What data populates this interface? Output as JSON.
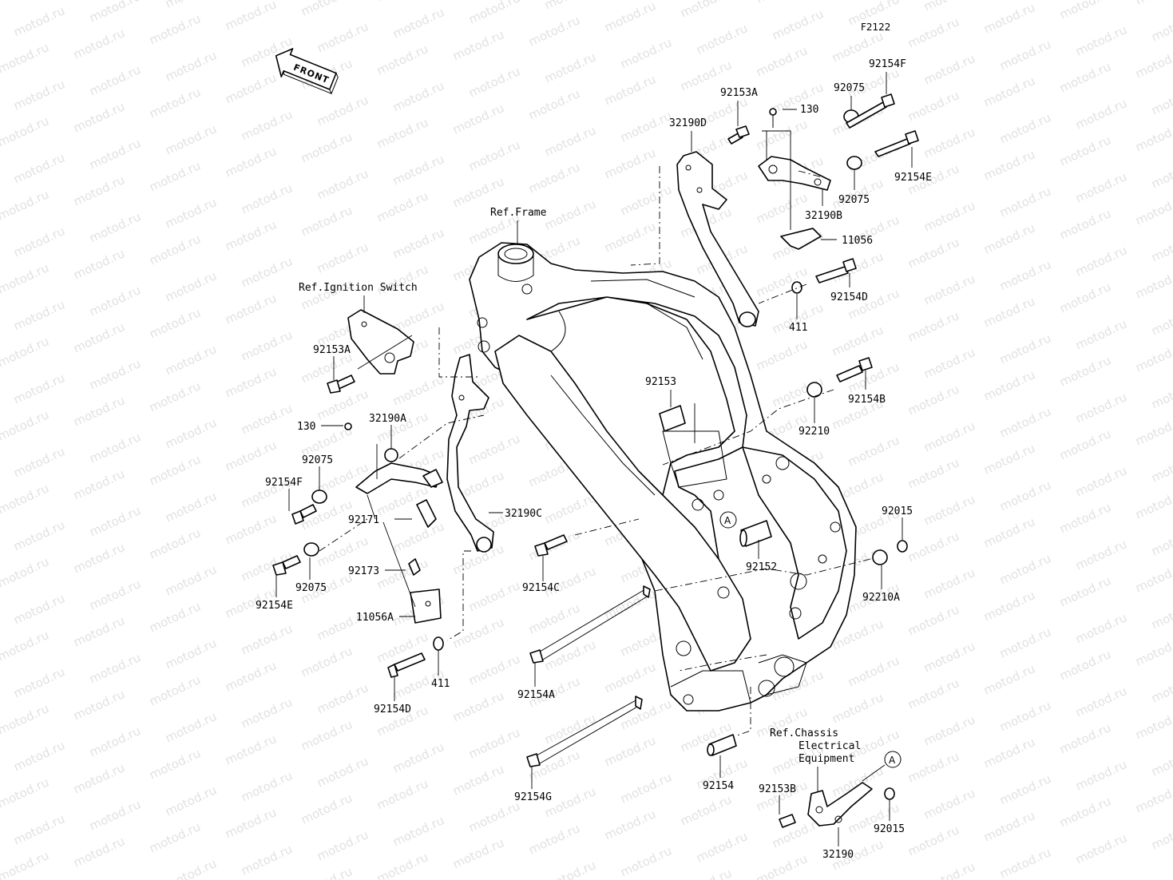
{
  "diagram": {
    "code": "F2122",
    "front_label": "FRONT",
    "watermark": "motod.ru",
    "references": [
      {
        "id": "ref-frame",
        "text": "Ref.Frame"
      },
      {
        "id": "ref-ignition",
        "text": "Ref.Ignition Switch"
      },
      {
        "id": "ref-chassis-1",
        "text": "Ref.Chassis"
      },
      {
        "id": "ref-chassis-2",
        "text": "Electrical"
      },
      {
        "id": "ref-chassis-3",
        "text": "Equipment"
      }
    ],
    "callout_marker": "A",
    "labels": [
      {
        "id": "p92154F-r",
        "text": "92154F"
      },
      {
        "id": "p92153A-r",
        "text": "92153A"
      },
      {
        "id": "p130-r",
        "text": "130"
      },
      {
        "id": "p92075-r1",
        "text": "92075"
      },
      {
        "id": "p32190D",
        "text": "32190D"
      },
      {
        "id": "p92154E-r",
        "text": "92154E"
      },
      {
        "id": "p92075-r2",
        "text": "92075"
      },
      {
        "id": "p32190B",
        "text": "32190B"
      },
      {
        "id": "p11056",
        "text": "11056"
      },
      {
        "id": "p92154D-r",
        "text": "92154D"
      },
      {
        "id": "p411-r",
        "text": "411"
      },
      {
        "id": "p92153",
        "text": "92153"
      },
      {
        "id": "p92154B",
        "text": "92154B"
      },
      {
        "id": "p92210",
        "text": "92210"
      },
      {
        "id": "p92153A-l",
        "text": "92153A"
      },
      {
        "id": "p130-l",
        "text": "130"
      },
      {
        "id": "p32190A",
        "text": "32190A"
      },
      {
        "id": "p92075-l1",
        "text": "92075"
      },
      {
        "id": "p92154F-l",
        "text": "92154F"
      },
      {
        "id": "p92171",
        "text": "92171"
      },
      {
        "id": "p32190C",
        "text": "32190C"
      },
      {
        "id": "p92075-l2",
        "text": "92075"
      },
      {
        "id": "p92154E-l",
        "text": "92154E"
      },
      {
        "id": "p92173",
        "text": "92173"
      },
      {
        "id": "p11056A",
        "text": "11056A"
      },
      {
        "id": "p411-l",
        "text": "411"
      },
      {
        "id": "p92154D-l",
        "text": "92154D"
      },
      {
        "id": "p92154C",
        "text": "92154C"
      },
      {
        "id": "p92152",
        "text": "92152"
      },
      {
        "id": "p92015-r",
        "text": "92015"
      },
      {
        "id": "p92210A",
        "text": "92210A"
      },
      {
        "id": "p92154A",
        "text": "92154A"
      },
      {
        "id": "p92154",
        "text": "92154"
      },
      {
        "id": "p92154G",
        "text": "92154G"
      },
      {
        "id": "p92153B",
        "text": "92153B"
      },
      {
        "id": "p92015-b",
        "text": "92015"
      },
      {
        "id": "p32190",
        "text": "32190"
      }
    ]
  }
}
